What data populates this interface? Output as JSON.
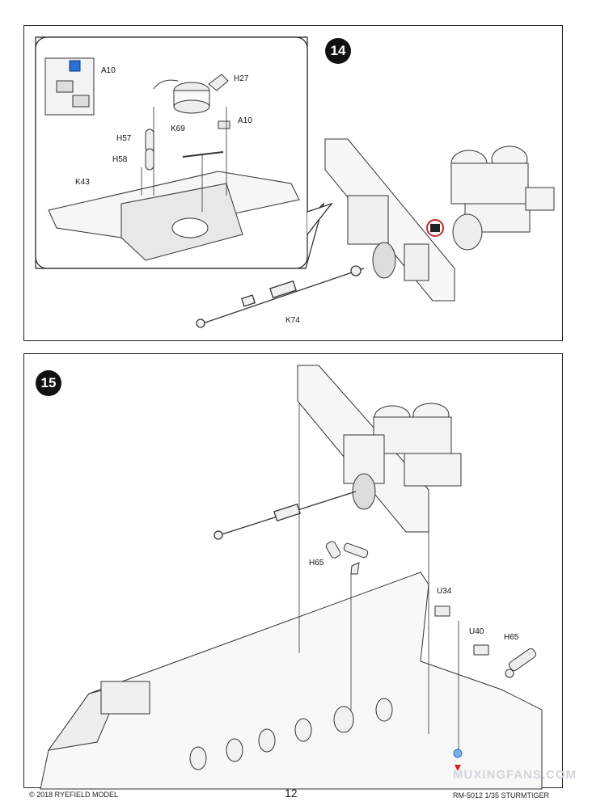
{
  "step14": {
    "number": "14",
    "labels": {
      "a10_top": "A10",
      "h27": "H27",
      "a10_mid": "A10",
      "h57": "H57",
      "k69": "K69",
      "h58": "H58",
      "k43": "K43",
      "k74": "K74"
    }
  },
  "step15": {
    "number": "15",
    "labels": {
      "h65_left": "H65",
      "u34": "U34",
      "u40": "U40",
      "h65_right": "H65"
    }
  },
  "footer": {
    "copyright": "© 2018 RYEFIELD MODEL",
    "page_number": "12",
    "product": "RM-5012 1/35 STURMTIGER"
  },
  "watermark": "MUXINGFANS.COM",
  "colors": {
    "line": "#222222",
    "callout_blue": "#2a6fd1",
    "callout_red": "#d22222"
  }
}
